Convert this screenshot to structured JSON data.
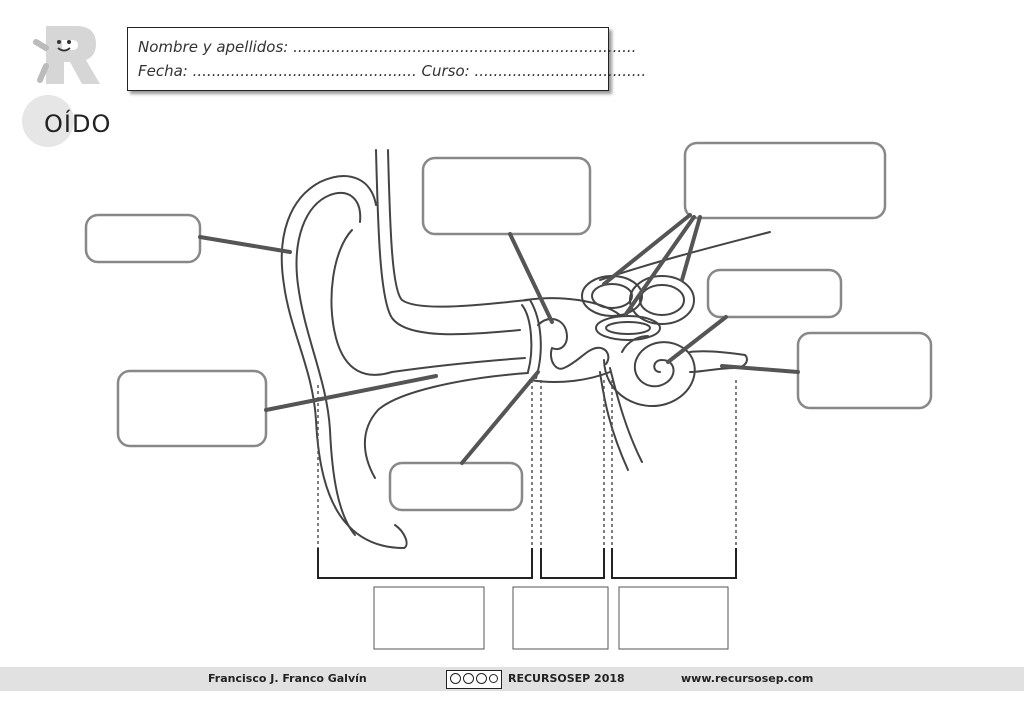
{
  "header": {
    "name_label": "Nombre y apellidos: ........................................................................",
    "date_label": "Fecha: ............................................... Curso: ....................................",
    "title": "OÍDO"
  },
  "footer": {
    "author": "Francisco J. Franco Galvín",
    "license_icon": "creative-commons-by-nc-sa-icon",
    "brand": "RECURSOSEP 2018",
    "website": "www.recursosep.com"
  },
  "diagram": {
    "label_boxes": [
      "",
      "",
      "",
      "",
      "",
      "",
      "",
      ""
    ],
    "answer_boxes": [
      "",
      "",
      ""
    ]
  }
}
